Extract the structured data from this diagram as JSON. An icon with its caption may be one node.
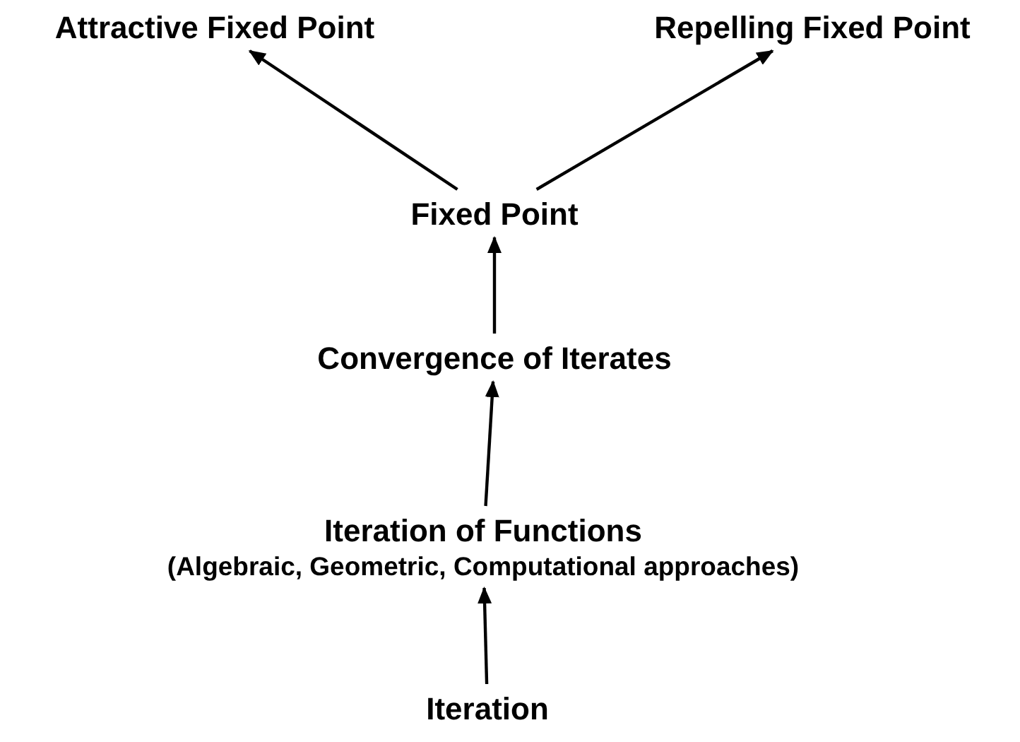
{
  "diagram": {
    "nodes": [
      {
        "text": [
          "Attractive Fixed Point"
        ]
      },
      {
        "text": [
          "Repelling Fixed Point"
        ]
      },
      {
        "text": [
          "Fixed Point"
        ]
      },
      {
        "text": [
          "Convergence of Iterates"
        ]
      },
      {
        "text": [
          "Iteration of Functions",
          "(Algebraic, Geometric, Computational approaches)"
        ]
      },
      {
        "text": [
          "Iteration"
        ]
      }
    ],
    "edges": [
      {
        "from": 5,
        "to": 4,
        "arrow": "to"
      },
      {
        "from": 4,
        "to": 3,
        "arrow": "to"
      },
      {
        "from": 3,
        "to": 2,
        "arrow": "to"
      },
      {
        "from": 2,
        "to": 0,
        "arrow": "to"
      },
      {
        "from": 2,
        "to": 1,
        "arrow": "to"
      }
    ]
  }
}
